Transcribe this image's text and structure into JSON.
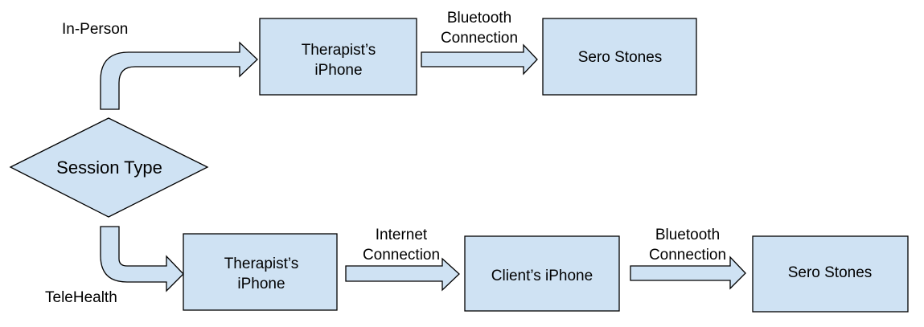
{
  "colors": {
    "fill": "#cfe2f3",
    "stroke": "#000000",
    "background": "#ffffff"
  },
  "decision": {
    "label": "Session Type"
  },
  "branches": {
    "in_person": {
      "label": "In-Person"
    },
    "telehealth": {
      "label": "TeleHealth"
    }
  },
  "top_row": {
    "therapist_phone": {
      "line1": "Therapist’s",
      "line2": "iPhone"
    },
    "connection": {
      "line1": "Bluetooth",
      "line2": "Connection"
    },
    "stones": {
      "label": "Sero Stones"
    }
  },
  "bottom_row": {
    "therapist_phone": {
      "line1": "Therapist’s",
      "line2": "iPhone"
    },
    "internet": {
      "line1": "Internet",
      "line2": "Connection"
    },
    "client_phone": {
      "label": "Client’s iPhone"
    },
    "bluetooth": {
      "line1": "Bluetooth",
      "line2": "Connection"
    },
    "stones": {
      "label": "Sero Stones"
    }
  }
}
